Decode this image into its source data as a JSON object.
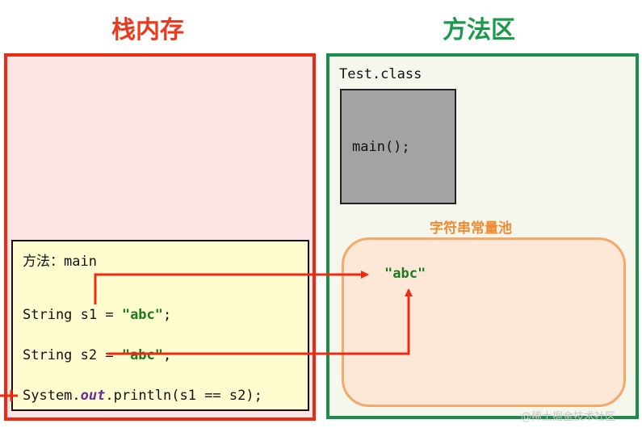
{
  "stack": {
    "title": "栈内存",
    "frame": {
      "label": "方法：main",
      "line1": {
        "prefix": "String s1 = ",
        "str": "\"abc\"",
        "suffix": ";"
      },
      "line2": {
        "prefix": "String s2 = ",
        "str": "\"abc\"",
        "suffix": ";"
      },
      "line3": {
        "prefix": "System.",
        "out": "out",
        "suffix": ".println(s1 == s2);"
      }
    }
  },
  "method_area": {
    "title": "方法区",
    "class_label": "Test.class",
    "method": "main();",
    "pool_label": "字符串常量池",
    "pool_value": "\"abc\""
  },
  "watermark": "@稀土掘金技术社区",
  "colors": {
    "stack_border": "#ef2a12",
    "stack_bg": "#fde5e5",
    "method_border": "#1b8c4a",
    "pool_border": "#f5a868",
    "pool_bg": "#fde8d8",
    "arrow": "#ef2a12",
    "string_literal": "#1a7a20",
    "keyword_out": "#6b2a9a"
  }
}
